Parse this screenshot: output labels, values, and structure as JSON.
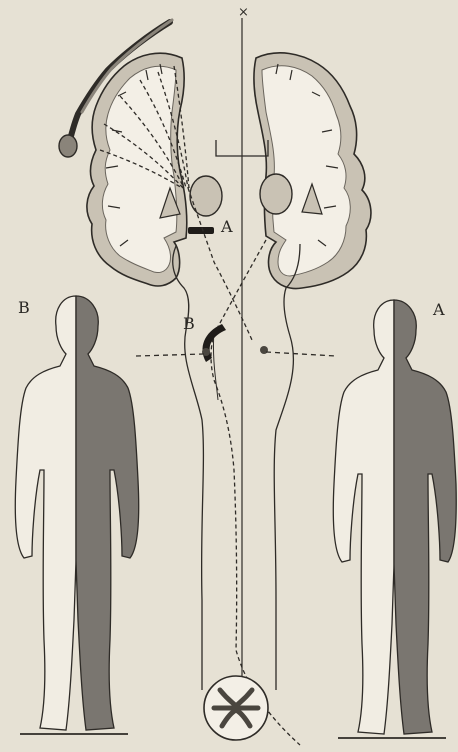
{
  "labels": {
    "top_mark": "×",
    "lesion_a": "A",
    "lesion_b": "B",
    "figure_left": "B",
    "figure_right": "A"
  },
  "colors": {
    "background": "#e6e1d4",
    "line": "#2e2b27",
    "cortex_gray": "#c9c2b4",
    "white_matter": "#f3efe6",
    "paralyzed_shade": "#7a7670",
    "body_light": "#f1ede3"
  },
  "figures": [
    {
      "id": "left",
      "label": "B",
      "paralyzed_side": "viewer-right"
    },
    {
      "id": "right",
      "label": "A",
      "paralyzed_side": "viewer-right"
    }
  ]
}
